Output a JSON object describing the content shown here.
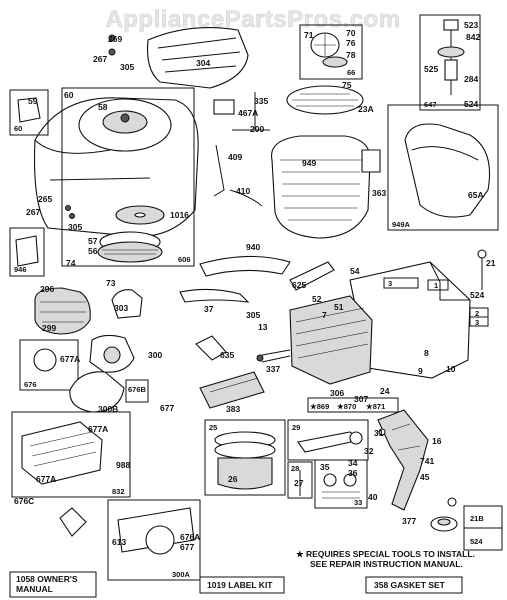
{
  "watermark": "AppliancePartsPros.com",
  "note_lines": [
    "★  REQUIRES SPECIAL TOOLS TO INSTALL.",
    "SEE REPAIR INSTRUCTION MANUAL."
  ],
  "kits": {
    "owners_manual_line1": "1058 OWNER'S",
    "owners_manual_line2": "MANUAL",
    "label_kit": "1019 LABEL KIT",
    "gasket_set": "358 GASKET SET"
  },
  "group_boxes": {
    "b60": "60",
    "b946": "946",
    "b606": "606",
    "b66": "66",
    "b647": "647",
    "b949A": "949A",
    "b676": "676",
    "b676B": "676B",
    "b832": "832",
    "b25": "25",
    "b29": "29",
    "b28": "28",
    "b33": "33",
    "b3": "3",
    "b1": "1",
    "b2": "2",
    "b3b": "3",
    "b300A": "300A",
    "b21B": "21B",
    "b524": "524"
  },
  "callouts": {
    "c269": "269",
    "c267": "267",
    "c305": "305",
    "c304": "304",
    "c59": "59",
    "c60": "60",
    "c58": "58",
    "c265": "265",
    "c267b": "267",
    "c305b": "305",
    "c1016": "1016",
    "c57": "57",
    "c56": "56",
    "c74": "74",
    "c73": "73",
    "c296": "296",
    "c299": "299",
    "c303": "303",
    "c677A": "677A",
    "c300": "300",
    "c300B": "300B",
    "c677": "677",
    "c988": "988",
    "c677Ab": "677A",
    "c676C": "676C",
    "c677Ac": "677A",
    "c613": "613",
    "c676A": "676A",
    "c677c": "677",
    "c71": "71",
    "c70": "70",
    "c76": "76",
    "c75": "75",
    "c78": "78",
    "c523": "523",
    "c842": "842",
    "c525": "525",
    "c284": "284",
    "c524b": "524",
    "c335": "335",
    "c467A": "467A",
    "c200": "200",
    "c23A": "23A",
    "c409": "409",
    "c949": "949",
    "c410": "410",
    "c363": "363",
    "c65A": "65A",
    "c940": "940",
    "c54": "54",
    "c625": "625",
    "c52": "52",
    "c51": "51",
    "c21": "21",
    "c524c": "524",
    "c37": "37",
    "c305c": "305",
    "c13": "13",
    "c635": "635",
    "c337": "337",
    "c383": "383",
    "c7": "7",
    "c8": "8",
    "c9": "9",
    "c10": "10",
    "c306": "306",
    "c24": "24",
    "c307": "307",
    "c869": "★869",
    "c870": "★870",
    "c871": "★871",
    "c31": "31",
    "c16": "16",
    "c741": "741",
    "c45": "45",
    "c32": "32",
    "c26": "26",
    "c35": "35",
    "c34": "34",
    "c36": "36",
    "c27": "27",
    "c40": "40",
    "c377": "377"
  },
  "icons": [
    "engine-exploded-diagram"
  ]
}
